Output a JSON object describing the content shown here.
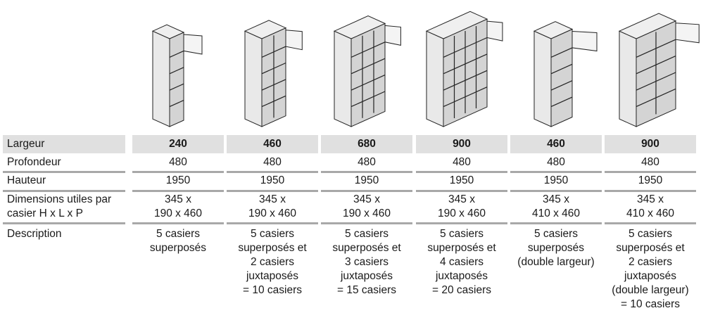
{
  "lockers": [
    {
      "columns": 1,
      "rows": 5,
      "double": false
    },
    {
      "columns": 2,
      "rows": 5,
      "double": false
    },
    {
      "columns": 3,
      "rows": 5,
      "double": false
    },
    {
      "columns": 4,
      "rows": 5,
      "double": false
    },
    {
      "columns": 1,
      "rows": 5,
      "double": true
    },
    {
      "columns": 2,
      "rows": 5,
      "double": true
    }
  ],
  "rows": {
    "largeur": {
      "label": "Largeur",
      "values": [
        "240",
        "460",
        "680",
        "900",
        "460",
        "900"
      ]
    },
    "profondeur": {
      "label": "Profondeur",
      "values": [
        "480",
        "480",
        "480",
        "480",
        "480",
        "480"
      ]
    },
    "hauteur": {
      "label": "Hauteur",
      "values": [
        "1950",
        "1950",
        "1950",
        "1950",
        "1950",
        "1950"
      ]
    },
    "dimensions": {
      "label_1": "Dimensions utiles par",
      "label_2": "casier H x L x P",
      "values": [
        [
          "345 x",
          "190 x 460"
        ],
        [
          "345 x",
          "190 x 460"
        ],
        [
          "345 x",
          "190 x 460"
        ],
        [
          "345 x",
          "190 x 460"
        ],
        [
          "345 x",
          "410 x 460"
        ],
        [
          "345 x",
          "410 x 460"
        ]
      ]
    },
    "description": {
      "label": "Description",
      "values": [
        [
          "5 casiers",
          "superposés"
        ],
        [
          "5 casiers",
          "superposés et",
          "2 casiers",
          "juxtaposés",
          "= 10 casiers"
        ],
        [
          "5 casiers",
          "superposés et",
          "3 casiers",
          "juxtaposés",
          "= 15 casiers"
        ],
        [
          "5 casiers",
          "superposés et",
          "4 casiers",
          "juxtaposés",
          "= 20 casiers"
        ],
        [
          "5 casiers",
          "superposés",
          "(double largeur)"
        ],
        [
          "5 casiers",
          "superposés et",
          "2 casiers",
          "juxtaposés",
          "(double largeur)",
          "= 10 casiers"
        ]
      ]
    }
  }
}
